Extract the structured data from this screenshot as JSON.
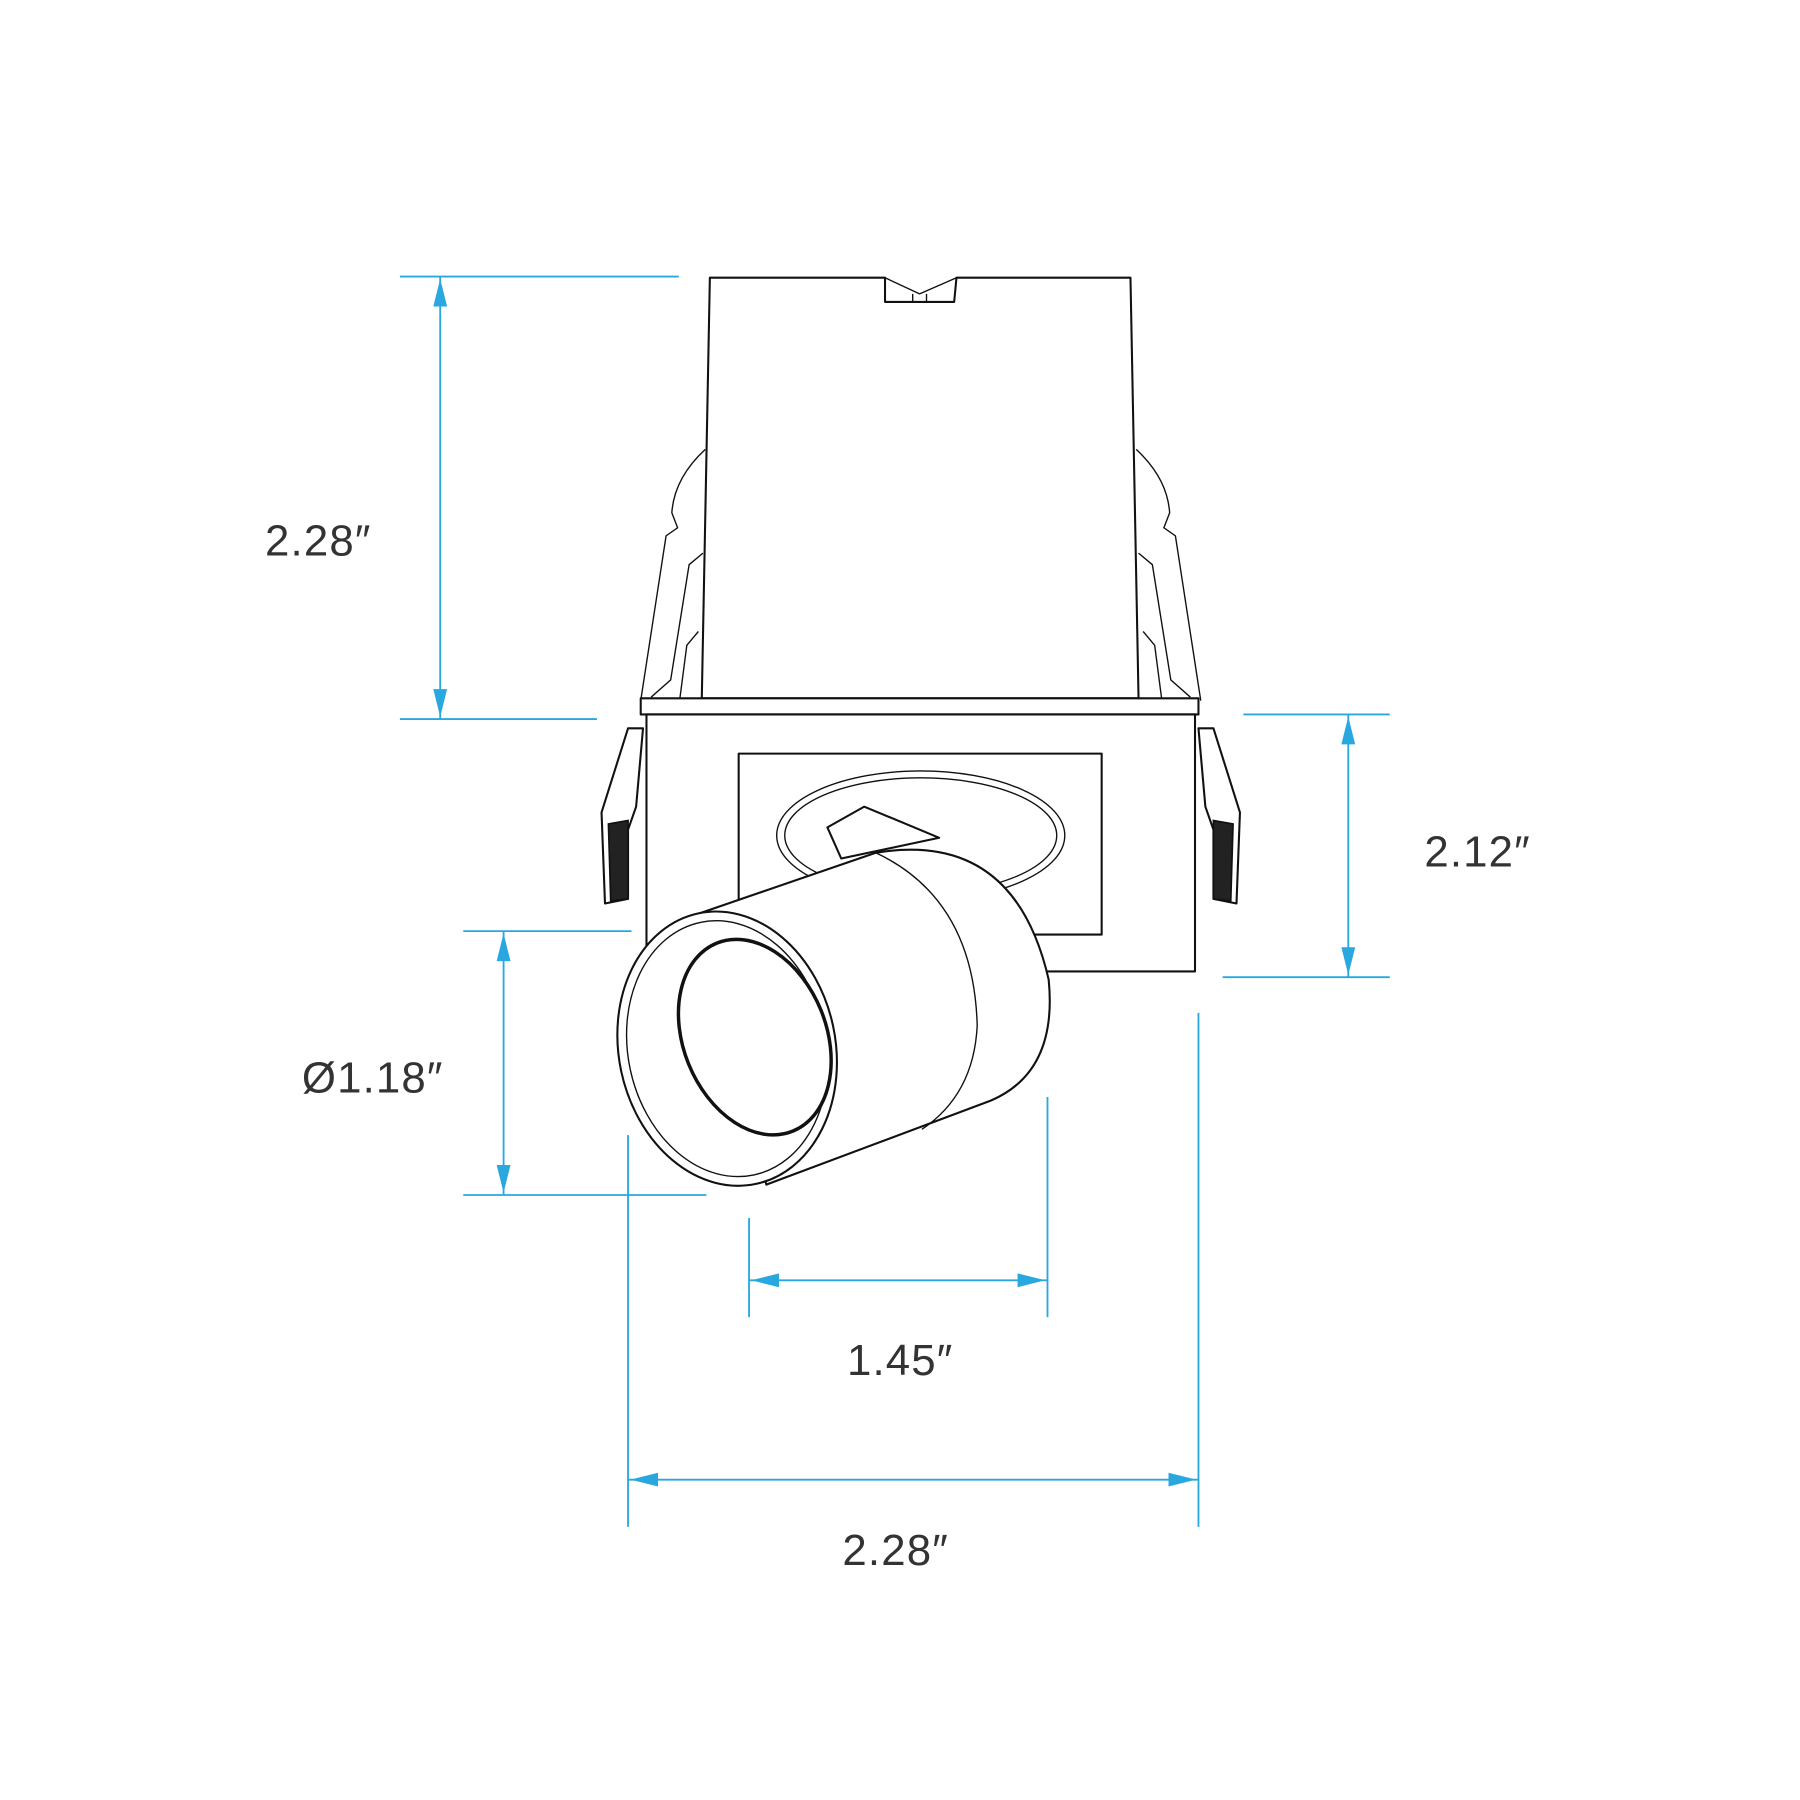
{
  "dimensions": {
    "overall_height": "2.28″",
    "trim_height": "2.12″",
    "aperture_diameter": "Ø1.18″",
    "lens_width": "1.45″",
    "overall_width": "2.28″"
  },
  "colors": {
    "dimension_line": "#29a8e0",
    "outline": "#111111",
    "text": "#333333"
  }
}
